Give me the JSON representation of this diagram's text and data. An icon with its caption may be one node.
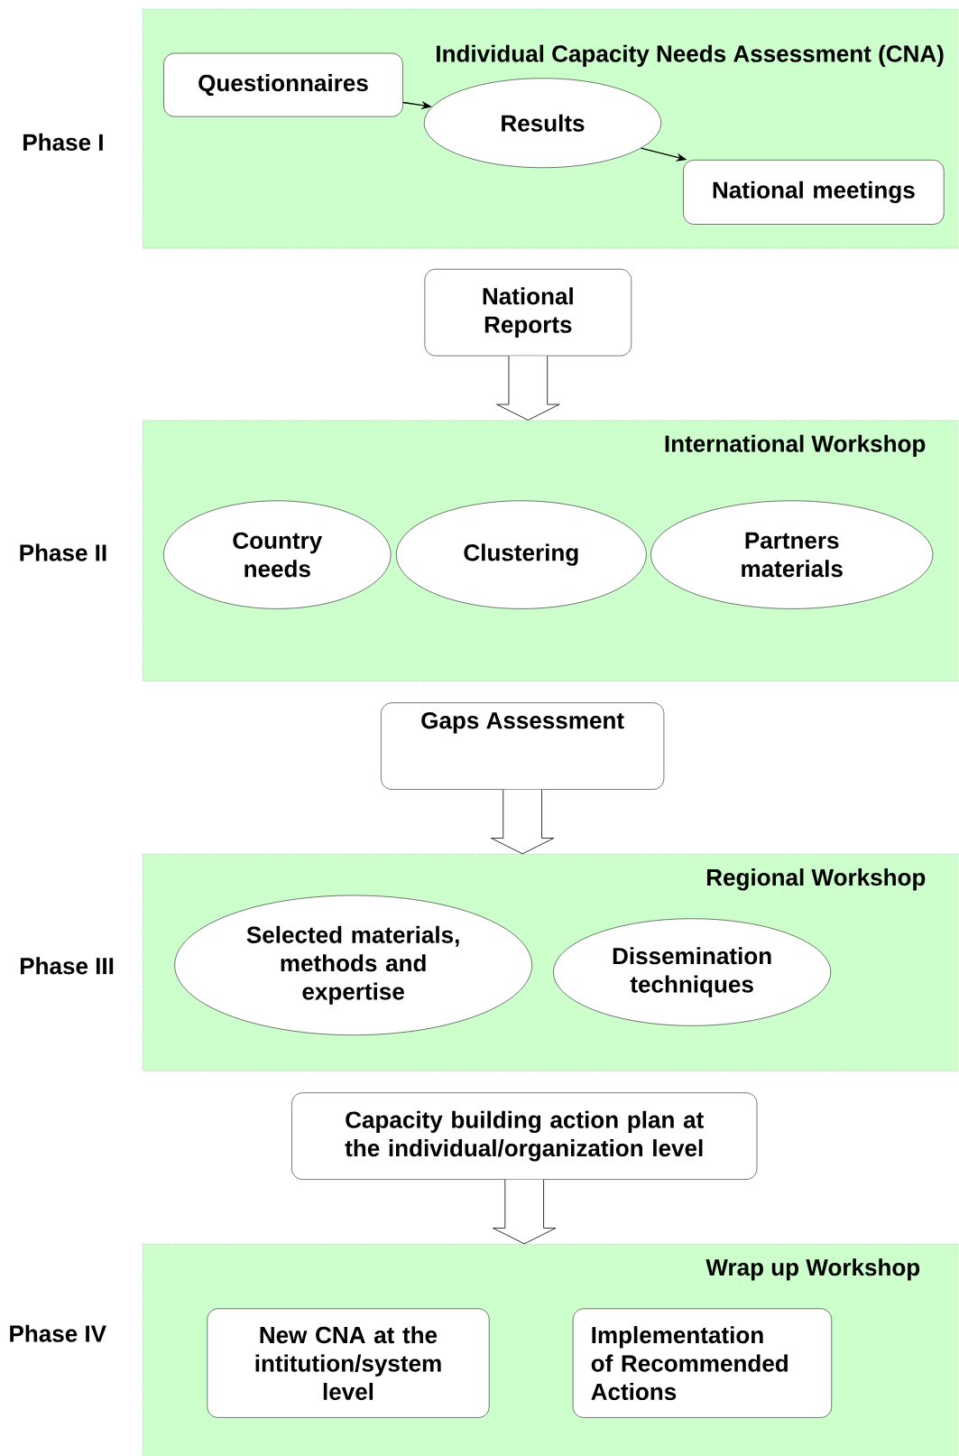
{
  "diagram": {
    "nodes": [
      {
        "text": [
          "Individual Capacity Needs Assessment (CNA)"
        ],
        "beside": [
          "Phase I"
        ]
      },
      {
        "text": [
          "Questionnaires"
        ],
        "in": 0
      },
      {
        "text": [
          "Results"
        ],
        "in": 0
      },
      {
        "text": [
          "National meetings"
        ],
        "in": 0
      },
      {
        "text": [
          "National Reports"
        ]
      },
      {
        "text": [
          "International Workshop"
        ],
        "beside": [
          "Phase II"
        ]
      },
      {
        "text": [
          "Country needs"
        ],
        "in": 5
      },
      {
        "text": [
          "Clustering"
        ],
        "in": 5
      },
      {
        "text": [
          "Partners materials"
        ],
        "in": 5
      },
      {
        "text": [
          "Gaps Assessment"
        ]
      },
      {
        "text": [
          "Regional Workshop"
        ],
        "beside": [
          "Phase III"
        ]
      },
      {
        "text": [
          "Selected materials, methods and expertise"
        ],
        "in": 10
      },
      {
        "text": [
          "Dissemination techniques"
        ],
        "in": 10
      },
      {
        "text": [
          "Capacity building action plan at the individual/organization level"
        ]
      },
      {
        "text": [
          "Wrap up Workshop"
        ],
        "beside": [
          "Phase IV"
        ]
      },
      {
        "text": [
          "New CNA at the intitution/system level"
        ],
        "in": 14
      },
      {
        "text": [
          "Implementation of Recommended Actions"
        ],
        "in": 14
      }
    ],
    "edges": [
      {
        "from": 1,
        "to": 2,
        "arrow": "to"
      },
      {
        "from": 2,
        "to": 3,
        "arrow": "to"
      },
      {
        "from": 4,
        "to": 5,
        "arrow": "to",
        "style": "thick"
      },
      {
        "from": 9,
        "to": 10,
        "arrow": "to",
        "style": "thick"
      },
      {
        "from": 13,
        "to": 14,
        "arrow": "to",
        "style": "thick"
      }
    ]
  }
}
